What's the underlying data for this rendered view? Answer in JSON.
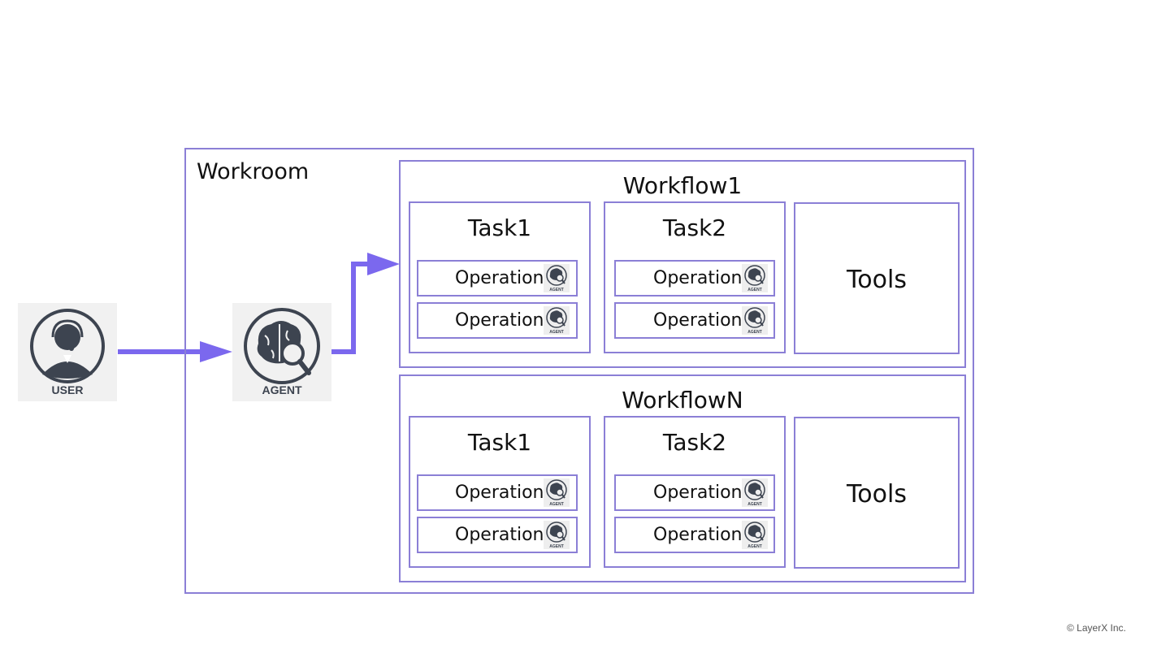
{
  "user": {
    "caption": "USER"
  },
  "agent": {
    "caption": "AGENT"
  },
  "workroom": {
    "title": "Workroom"
  },
  "workflows": [
    {
      "title": "Workflow1",
      "tasks": [
        {
          "title": "Task1",
          "operations": [
            {
              "label": "Operation",
              "agent_caption": "AGENT"
            },
            {
              "label": "Operation",
              "agent_caption": "AGENT"
            }
          ]
        },
        {
          "title": "Task2",
          "operations": [
            {
              "label": "Operation",
              "agent_caption": "AGENT"
            },
            {
              "label": "Operation",
              "agent_caption": "AGENT"
            }
          ]
        }
      ],
      "tools_label": "Tools"
    },
    {
      "title": "WorkflowN",
      "tasks": [
        {
          "title": "Task1",
          "operations": [
            {
              "label": "Operation",
              "agent_caption": "AGENT"
            },
            {
              "label": "Operation",
              "agent_caption": "AGENT"
            }
          ]
        },
        {
          "title": "Task2",
          "operations": [
            {
              "label": "Operation",
              "agent_caption": "AGENT"
            },
            {
              "label": "Operation",
              "agent_caption": "AGENT"
            }
          ]
        }
      ],
      "tools_label": "Tools"
    }
  ],
  "footer": {
    "copyright": "© LayerX Inc."
  },
  "colors": {
    "border": "#8b7fd6",
    "arrow": "#7b68ee",
    "icon": "#3d4450",
    "tile": "#f1f1f1"
  },
  "icons": {
    "user": "user-headset-icon",
    "agent": "brain-magnifier-icon"
  }
}
